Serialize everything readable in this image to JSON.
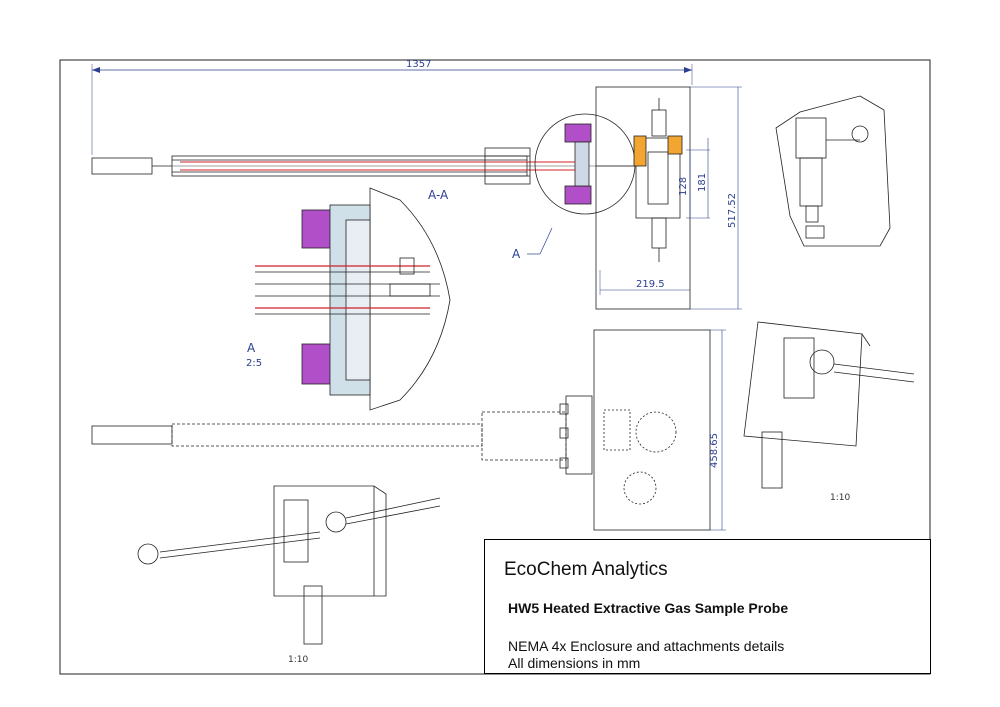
{
  "dimensions": {
    "overall_length": "1357",
    "dim_128": "128",
    "dim_181": "181",
    "dim_517": "517.52",
    "dim_219": "219.5",
    "dim_458": "458.65"
  },
  "labels": {
    "section": "A-A",
    "detail": "A",
    "detail_view": "A",
    "detail_scale": "2:5",
    "scale_right": "1:10",
    "scale_bottom": "1:10"
  },
  "title_block": {
    "company": "EcoChem Analytics",
    "product": "HW5 Heated Extractive Gas Sample Probe",
    "description_line1": "NEMA 4x Enclosure and attachments details",
    "description_line2": "All dimensions in mm"
  },
  "colors": {
    "dimension": "#2a3f8f",
    "heater_red": "#d0202a",
    "flange_purple": "#b04fc8",
    "fitting_orange": "#f2a531",
    "line": "#222222"
  }
}
